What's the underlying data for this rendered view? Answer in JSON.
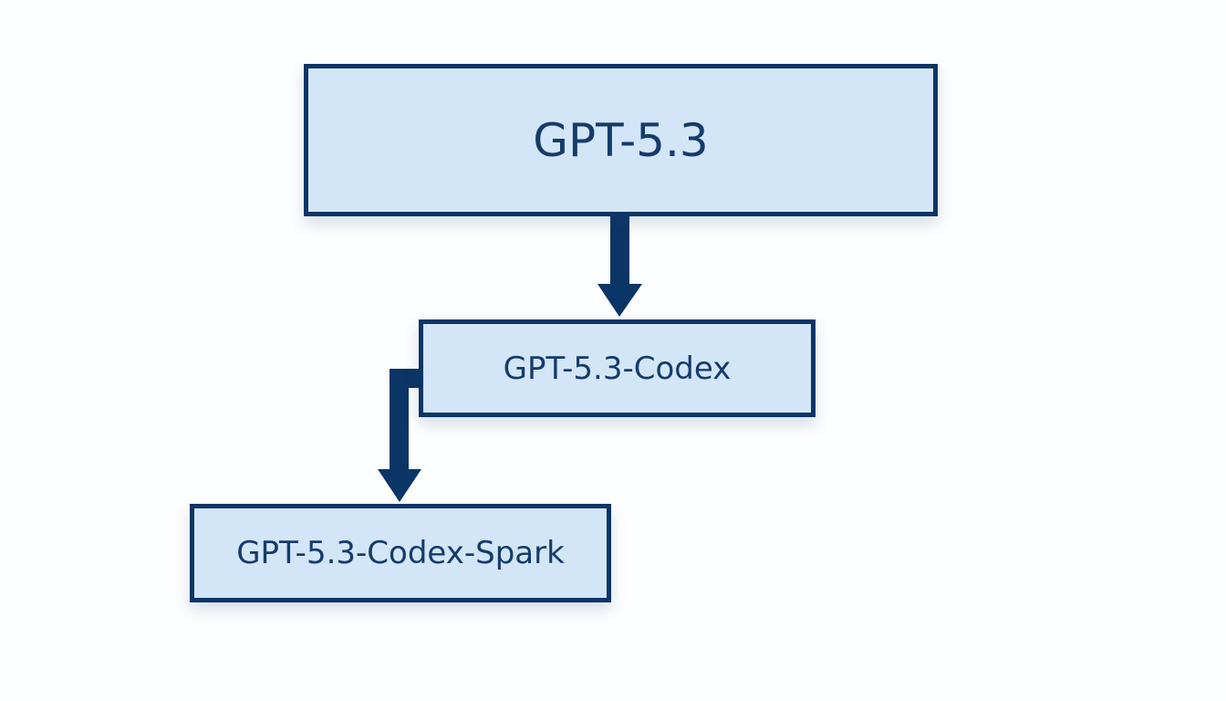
{
  "diagram": {
    "nodes": [
      {
        "id": "root",
        "label": "GPT-5.3"
      },
      {
        "id": "codex",
        "label": "GPT-5.3-Codex"
      },
      {
        "id": "spark",
        "label": "GPT-5.3-Codex-Spark"
      }
    ],
    "edges": [
      {
        "from": "root",
        "to": "codex"
      },
      {
        "from": "codex",
        "to": "spark"
      }
    ]
  },
  "colors": {
    "node_fill": "#d3e6f7",
    "node_border": "#0b3566",
    "node_text": "#143b6b",
    "arrow": "#0b3566",
    "background": "#fdfeff"
  }
}
